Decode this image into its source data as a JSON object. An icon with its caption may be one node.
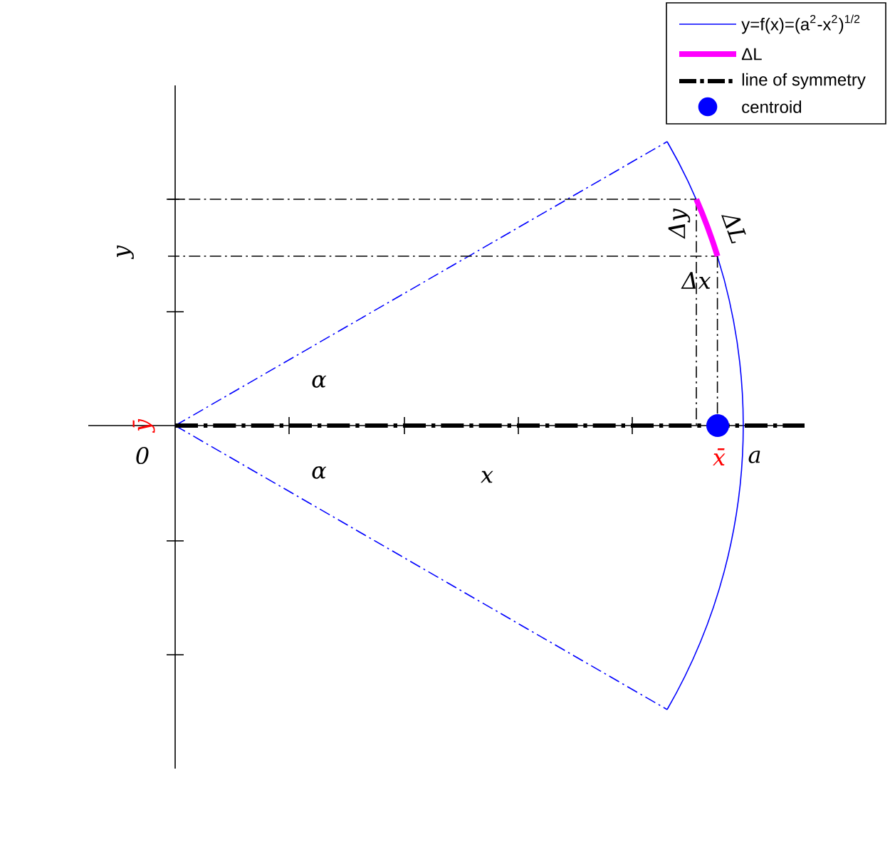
{
  "diagram": {
    "labels": [
      "y",
      "0",
      "x",
      "α",
      "α",
      "Δy",
      "ΔL",
      "Δx",
      "ȳ",
      "x̄",
      "a"
    ],
    "legend": [
      {
        "text": "y=f(x)=(a$^{2}$-x$^{2}$)$^{1/2}$"
      },
      {
        "text": "ΔL"
      },
      {
        "text": "line of symmetry"
      },
      {
        "text": "centroid"
      }
    ]
  }
}
